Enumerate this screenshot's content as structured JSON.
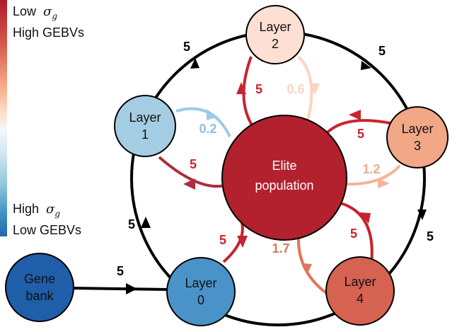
{
  "legend": {
    "top_prefix": "Low",
    "top_symbol": "σ",
    "top_subscript": "g",
    "top_line2": "High GEBVs",
    "bottom_prefix": "High",
    "bottom_symbol": "σ",
    "bottom_subscript": "g",
    "bottom_line2": "Low GEBVs",
    "colors": [
      "#b2182b",
      "#d6604d",
      "#f4a582",
      "#fddbc7",
      "#f7f7f7",
      "#d1e5f0",
      "#92c5de",
      "#4393c3",
      "#2166ac"
    ]
  },
  "nodes": {
    "layer2": {
      "line1": "Layer",
      "line2": "2"
    },
    "layer1": {
      "line1": "Layer",
      "line2": "1"
    },
    "layer3": {
      "line1": "Layer",
      "line2": "3"
    },
    "elite": {
      "line1": "Elite",
      "line2": "population"
    },
    "layer0": {
      "line1": "Layer",
      "line2": "0"
    },
    "layer4": {
      "line1": "Layer",
      "line2": "4"
    },
    "genebank": {
      "line1": "Gene",
      "line2": "bank"
    }
  },
  "edges": {
    "layer1_to_layer2": "5",
    "layer2_to_layer3": "5",
    "layer3_to_layer4": "5",
    "layer0_to_layer1": "5",
    "genebank_to_layer0": "5",
    "elite_to_layer2": "5",
    "layer2_to_elite": "0.6",
    "layer1_to_elite": "0.2",
    "elite_to_layer1": "5",
    "elite_to_layer3": "5",
    "layer3_to_elite": "1.2",
    "elite_to_layer0": "5",
    "elite_to_layer4": "5",
    "layer4_to_elite": "1.7"
  }
}
